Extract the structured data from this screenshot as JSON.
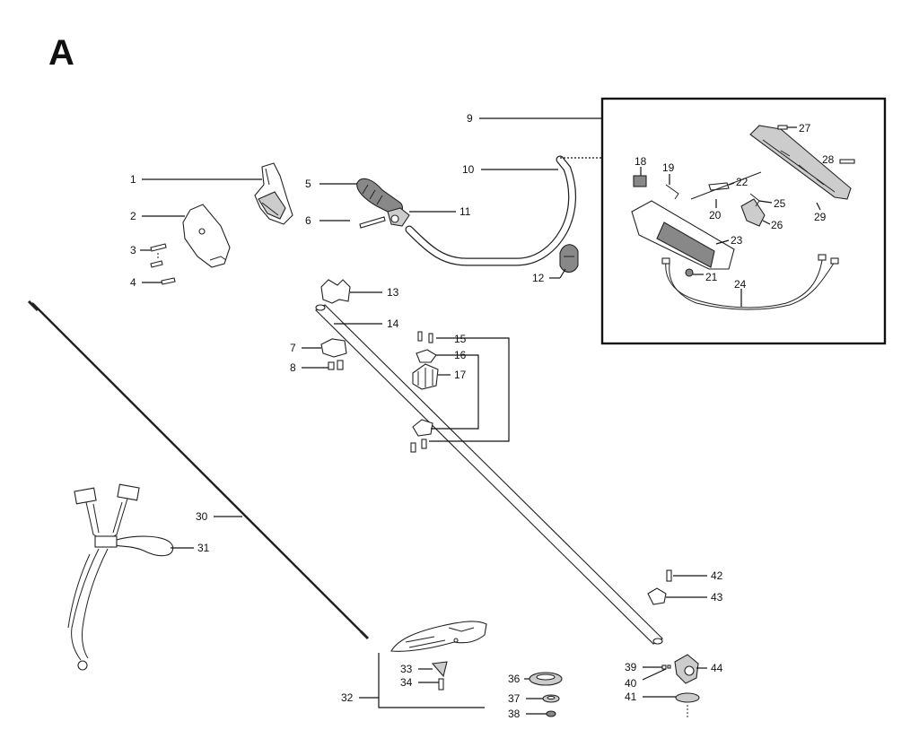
{
  "title": "A",
  "parts": [
    {
      "id": "p1",
      "label": "1",
      "name": "throttle-housing-cover"
    },
    {
      "id": "p2",
      "label": "2",
      "name": "cover-plate"
    },
    {
      "id": "p3",
      "label": "3",
      "name": "screw"
    },
    {
      "id": "p4",
      "label": "4",
      "name": "screw"
    },
    {
      "id": "p5",
      "label": "5",
      "name": "handle-grip"
    },
    {
      "id": "p6",
      "label": "6",
      "name": "bolt"
    },
    {
      "id": "p7",
      "label": "7",
      "name": "clamp"
    },
    {
      "id": "p8",
      "label": "8",
      "name": "nut-and-bolt"
    },
    {
      "id": "p9",
      "label": "9",
      "name": "throttle-handle-assembly"
    },
    {
      "id": "p10",
      "label": "10",
      "name": "handlebar"
    },
    {
      "id": "p11",
      "label": "11",
      "name": "handle-clamp"
    },
    {
      "id": "p12",
      "label": "12",
      "name": "handlebar-clamp"
    },
    {
      "id": "p13",
      "label": "13",
      "name": "shaft-bracket"
    },
    {
      "id": "p14",
      "label": "14",
      "name": "shaft-tube"
    },
    {
      "id": "p15",
      "label": "15",
      "name": "screws"
    },
    {
      "id": "p16",
      "label": "16",
      "name": "clamp-plate"
    },
    {
      "id": "p17",
      "label": "17",
      "name": "handle-bracket"
    },
    {
      "id": "p18",
      "label": "18",
      "name": "stop-switch"
    },
    {
      "id": "p19",
      "label": "19",
      "name": "spring"
    },
    {
      "id": "p20",
      "label": "20",
      "name": "throttle-lever"
    },
    {
      "id": "p21",
      "label": "21",
      "name": "nut"
    },
    {
      "id": "p22",
      "label": "22",
      "name": "lever-pin"
    },
    {
      "id": "p23",
      "label": "23",
      "name": "grip-housing"
    },
    {
      "id": "p24",
      "label": "24",
      "name": "cable-harness"
    },
    {
      "id": "p25",
      "label": "25",
      "name": "spring"
    },
    {
      "id": "p26",
      "label": "26",
      "name": "throttle-lockout"
    },
    {
      "id": "p27",
      "label": "27",
      "name": "screw"
    },
    {
      "id": "p28",
      "label": "28",
      "name": "pin"
    },
    {
      "id": "p29",
      "label": "29",
      "name": "handle-half"
    },
    {
      "id": "p30",
      "label": "30",
      "name": "drive-shaft"
    },
    {
      "id": "p31",
      "label": "31",
      "name": "harness"
    },
    {
      "id": "p32",
      "label": "32",
      "name": "blade-guard"
    },
    {
      "id": "p33",
      "label": "33",
      "name": "guard-bracket"
    },
    {
      "id": "p34",
      "label": "34",
      "name": "screw"
    },
    {
      "id": "p36",
      "label": "36",
      "name": "support-cup"
    },
    {
      "id": "p37",
      "label": "37",
      "name": "washer"
    },
    {
      "id": "p38",
      "label": "38",
      "name": "nut"
    },
    {
      "id": "p39",
      "label": "39",
      "name": "screw"
    },
    {
      "id": "p40",
      "label": "40",
      "name": "pin"
    },
    {
      "id": "p41",
      "label": "41",
      "name": "support-flange"
    },
    {
      "id": "p42",
      "label": "42",
      "name": "screw"
    },
    {
      "id": "p43",
      "label": "43",
      "name": "hanger-clamp"
    },
    {
      "id": "p44",
      "label": "44",
      "name": "angle-gear"
    }
  ]
}
